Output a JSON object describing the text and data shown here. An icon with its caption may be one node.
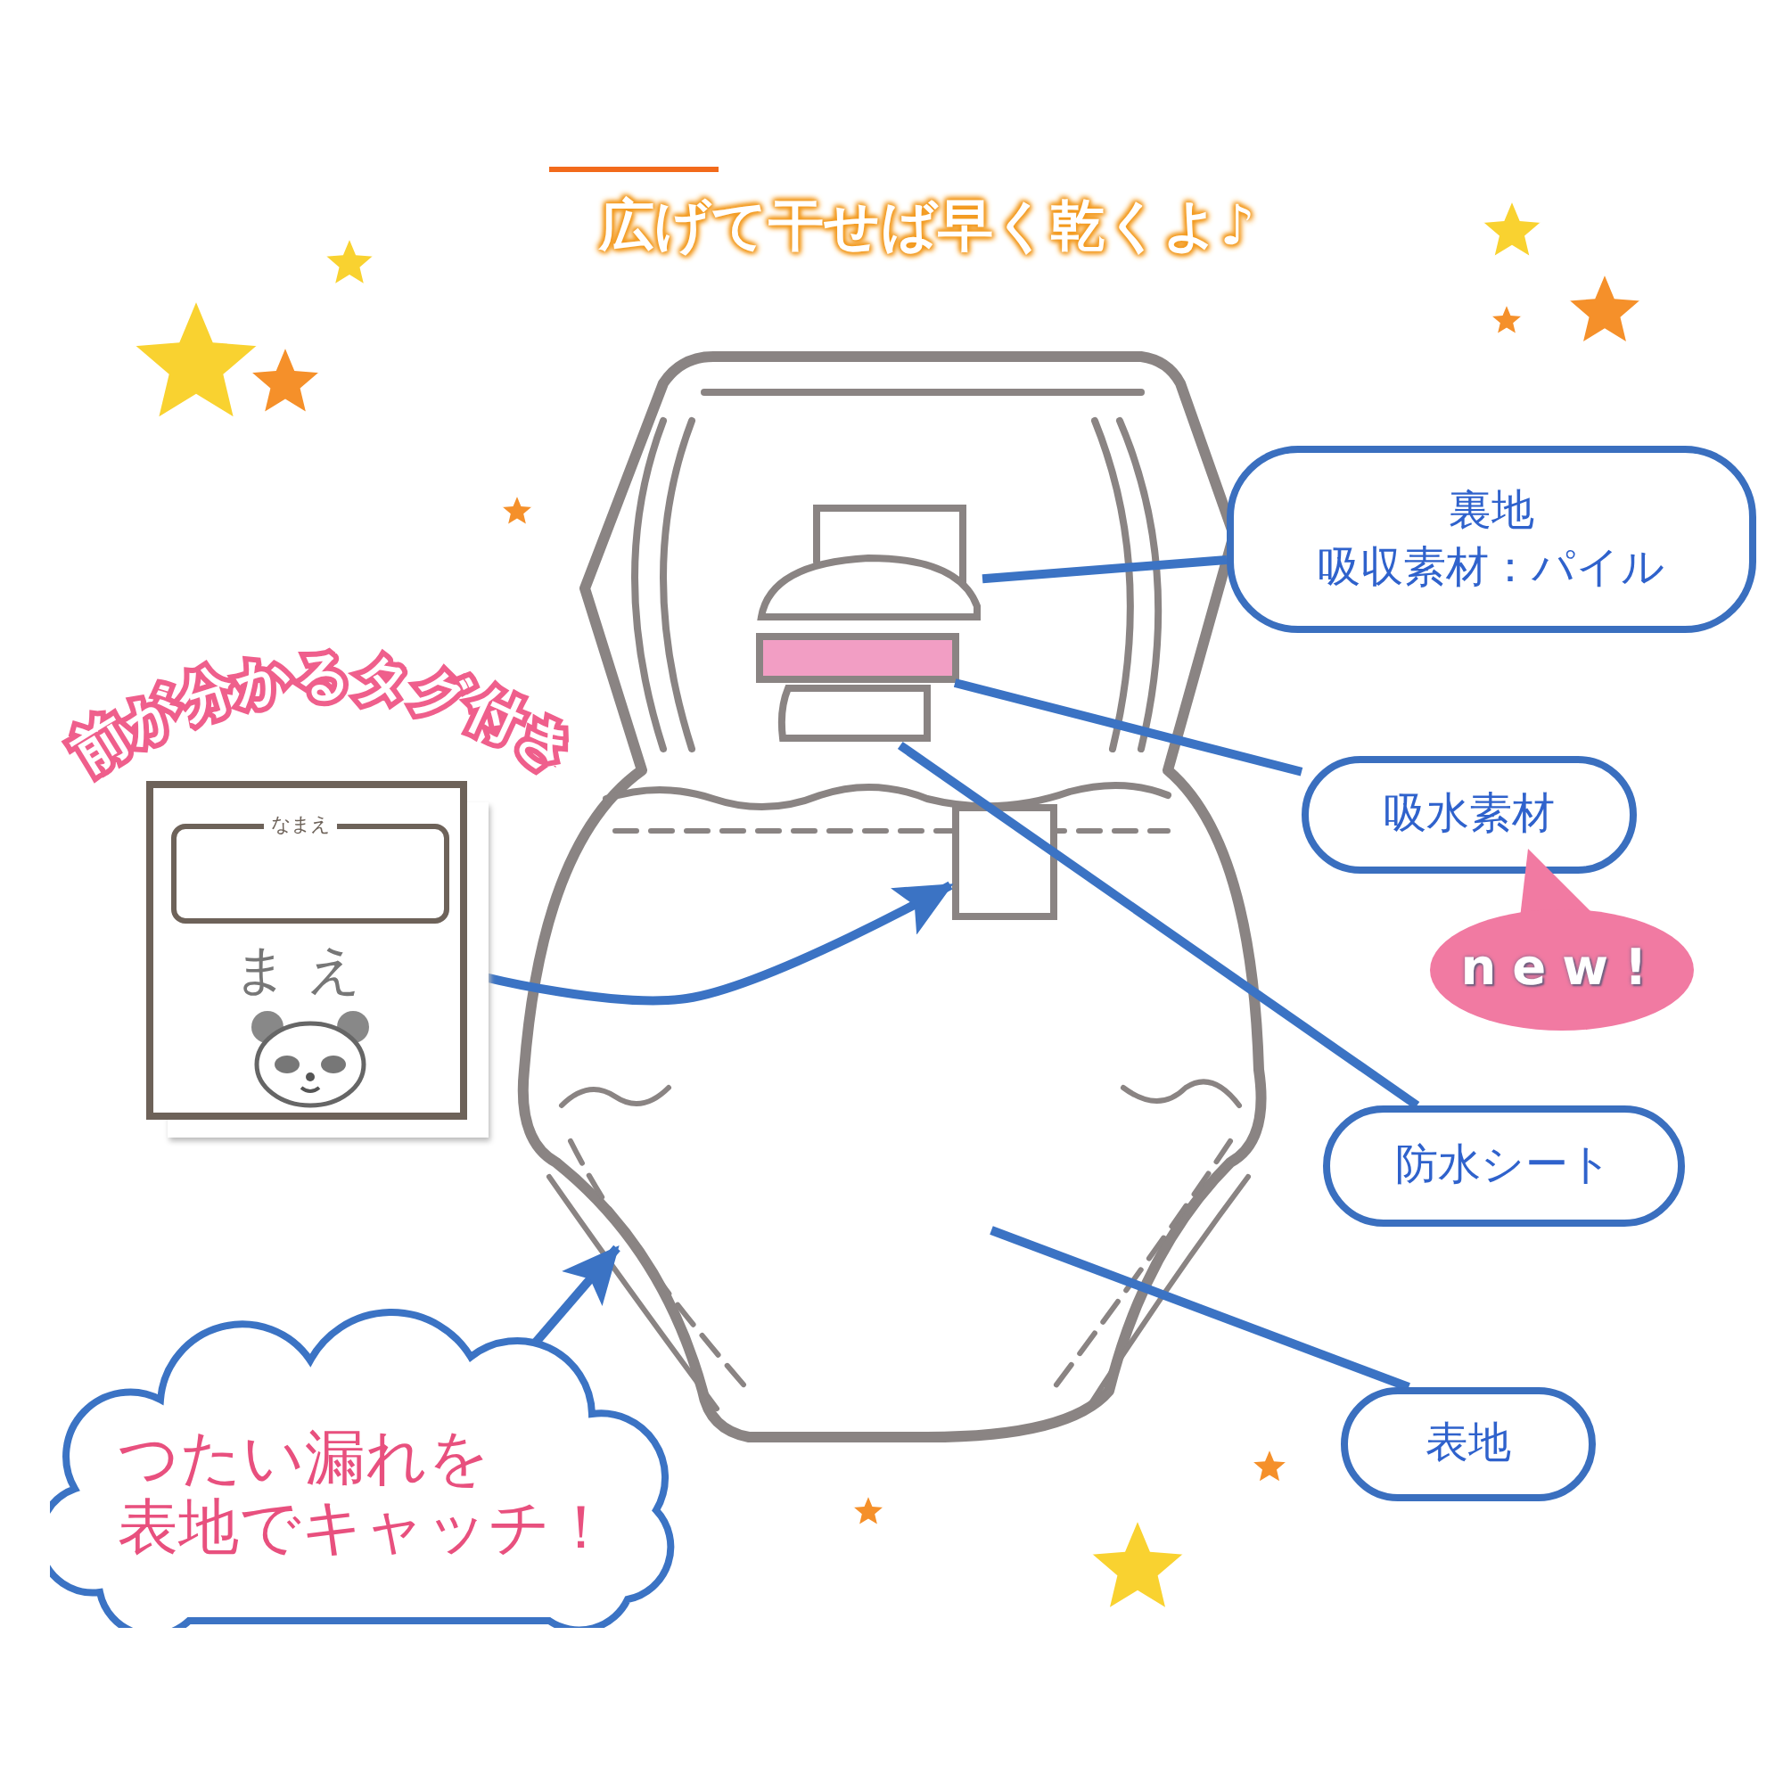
{
  "diagram": {
    "title": "広げて干せば早く乾くよ♪",
    "nodes": [
      {
        "text": [],
        "shape": "picture"
      },
      {
        "text": [],
        "shape": "box",
        "in": 0
      },
      {
        "text": [],
        "shape": "bar",
        "in": 0
      },
      {
        "text": [],
        "shape": "box",
        "in": 0
      },
      {
        "text": [],
        "shape": "box",
        "in": 0
      },
      {
        "text": [
          "なまえ",
          "まえ"
        ],
        "beside": [
          "前が分かるタグ付き"
        ]
      },
      {
        "text": [
          "裏地",
          "吸収素材：パイル"
        ]
      },
      {
        "text": [
          "吸水素材"
        ]
      },
      {
        "text": [
          "new!"
        ]
      },
      {
        "text": [
          "防水シート"
        ]
      },
      {
        "text": [
          "表地"
        ]
      },
      {
        "text": [
          "つたい漏れを",
          "表地でキャッチ！"
        ]
      }
    ],
    "edges": [
      {
        "from": 6,
        "to": 1,
        "arrow": "none"
      },
      {
        "from": 7,
        "to": 2,
        "arrow": "none"
      },
      {
        "from": 9,
        "to": 3,
        "arrow": "none"
      },
      {
        "from": 10,
        "to": 0,
        "arrow": "none"
      },
      {
        "from": 5,
        "to": 4,
        "arrow": "to"
      },
      {
        "from": 11,
        "to": 0,
        "arrow": "to"
      }
    ]
  }
}
